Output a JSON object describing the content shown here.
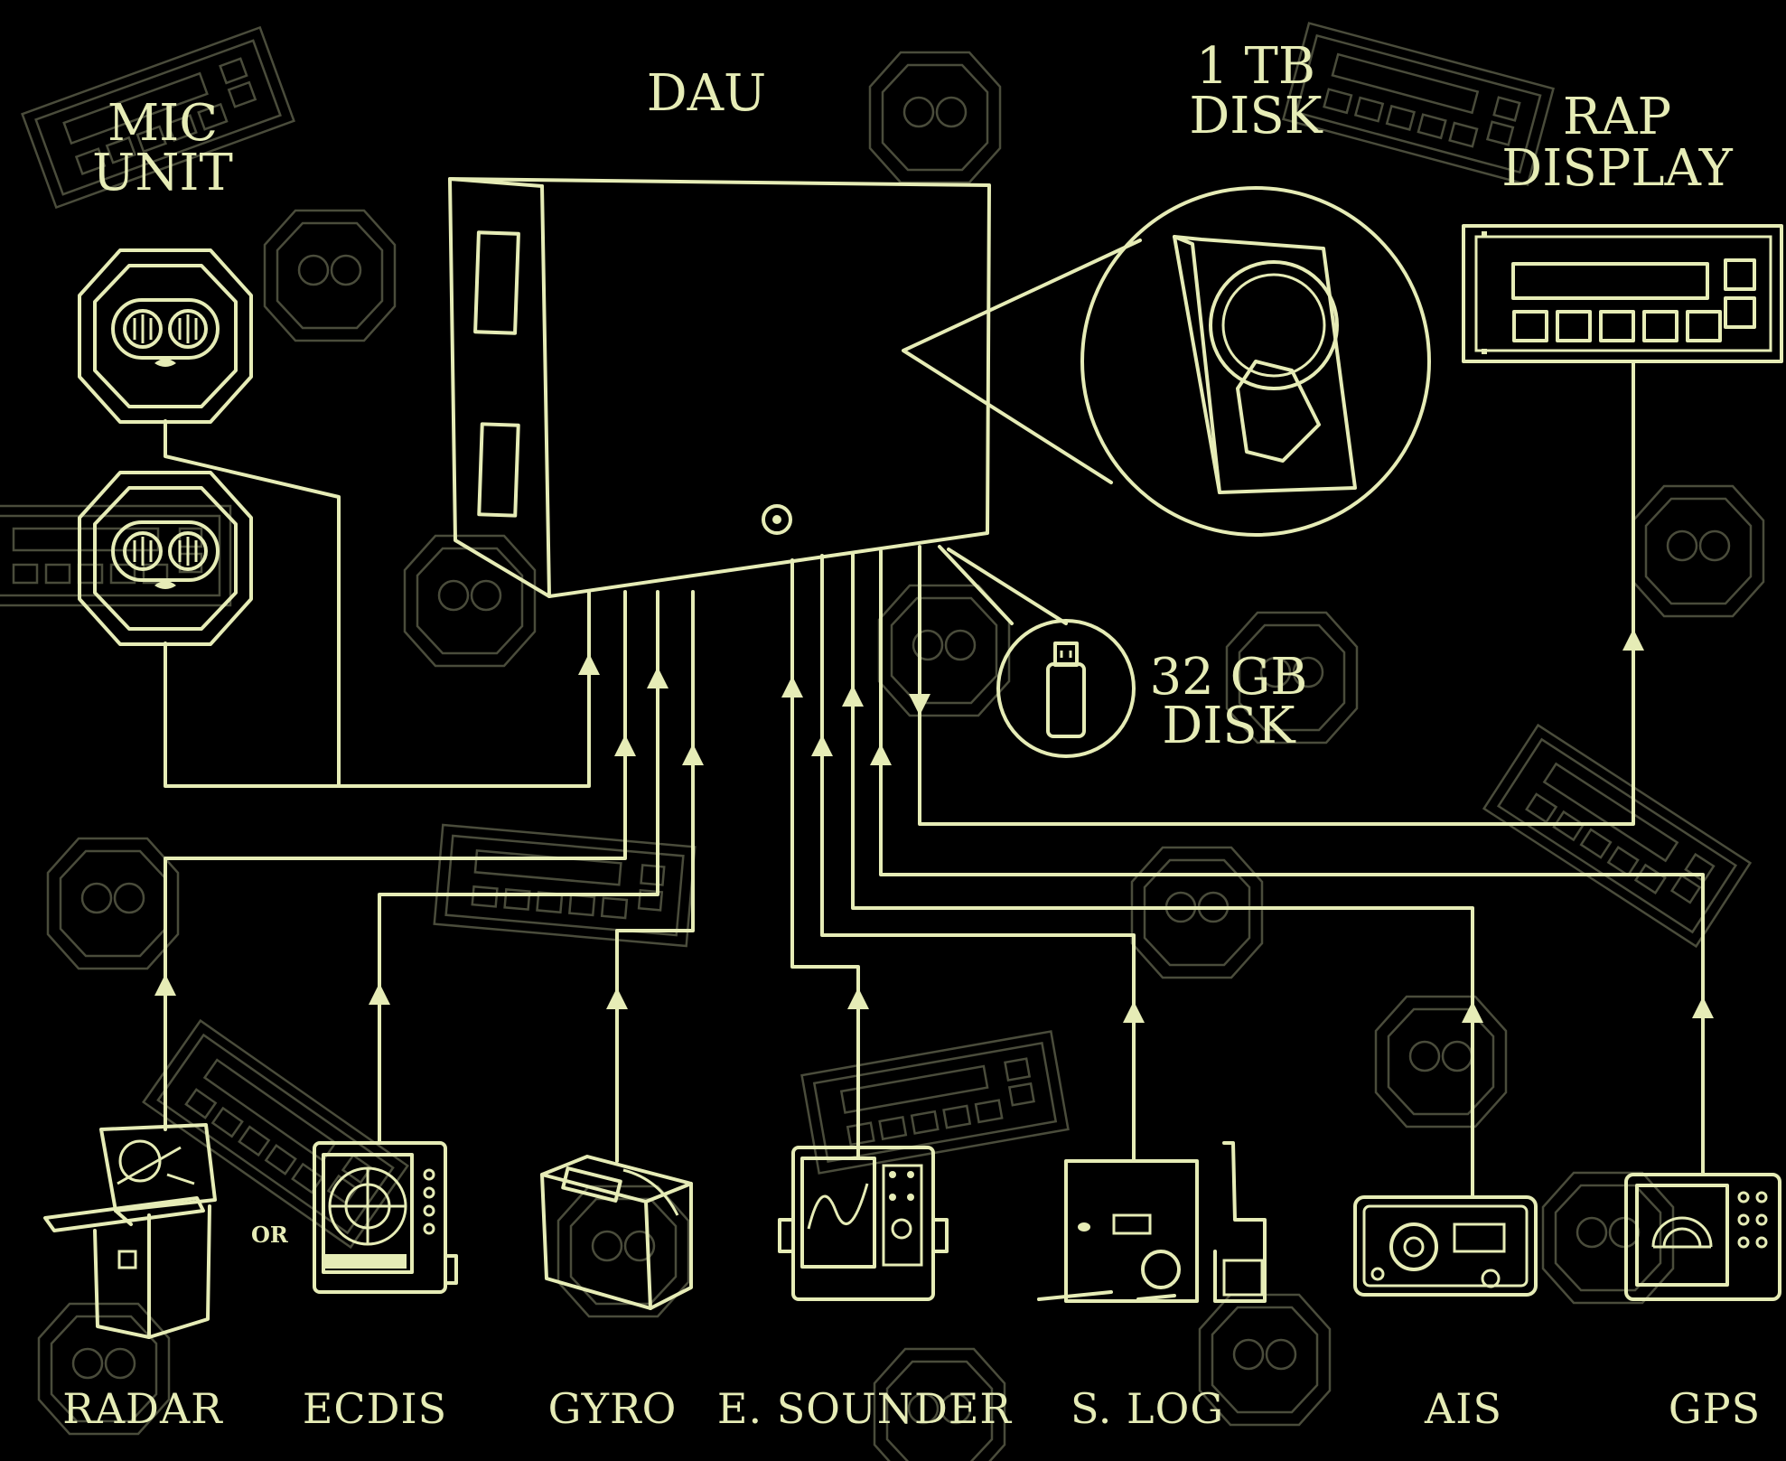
{
  "labels": {
    "dau": "DAU",
    "mic_unit_line1": "MIC",
    "mic_unit_line2": "UNIT",
    "tb_disk_line1": "1 TB",
    "tb_disk_line2": "DISK",
    "rap_display_line1": "RAP",
    "rap_display_line2": "DISPLAY",
    "gb_disk_line1": "32 GB",
    "gb_disk_line2": "DISK",
    "or": "OR"
  },
  "devices": [
    {
      "id": "radar",
      "label": "RADAR"
    },
    {
      "id": "ecdis",
      "label": "ECDIS"
    },
    {
      "id": "gyro",
      "label": "GYRO"
    },
    {
      "id": "echo-sounder",
      "label": "E. SOUNDER"
    },
    {
      "id": "speed-log",
      "label": "S. LOG"
    },
    {
      "id": "ais",
      "label": "AIS"
    },
    {
      "id": "gps",
      "label": "GPS"
    }
  ],
  "colors": {
    "line": "#e6ecb6",
    "background": "#000000"
  },
  "icons": [
    "microphone-icon",
    "dau-cabinet-icon",
    "hard-disk-icon",
    "usb-stick-icon",
    "display-panel-icon",
    "radar-console-icon",
    "ecdis-icon",
    "gyro-icon",
    "echo-sounder-icon",
    "speed-log-icon",
    "ais-icon",
    "gps-icon"
  ]
}
